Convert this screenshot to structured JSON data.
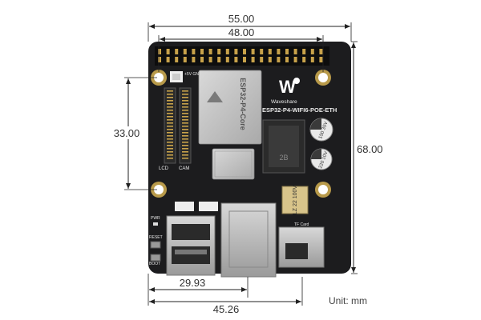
{
  "dimensions": {
    "overall_width": "55.00",
    "hole_spacing_width": "48.00",
    "hole_spacing_height": "33.00",
    "overall_height": "68.00",
    "usb_offset": "29.93",
    "rj45_offset": "45.26"
  },
  "unit_label": "Unit: mm",
  "board": {
    "model": "ESP32-P4-WIFI6-POE-ETH",
    "brand": "Waveshare",
    "core_module": "ESP32-P4-Core",
    "silkscreen": {
      "lcd": "LCD",
      "cam": "CAM",
      "pwr": "PWR",
      "reset": "RESET",
      "boot": "BOOT",
      "tf_card": "TF Card",
      "inductor": "LZ 22 100V",
      "cap1": "150 35V",
      "cap2": "220 10V",
      "power_pins": "+5V GND"
    }
  },
  "colors": {
    "board": "#1c1c1e",
    "module_shield": "#c9c9c9",
    "gold": "#c8a24a",
    "dimension_line": "#222222"
  }
}
